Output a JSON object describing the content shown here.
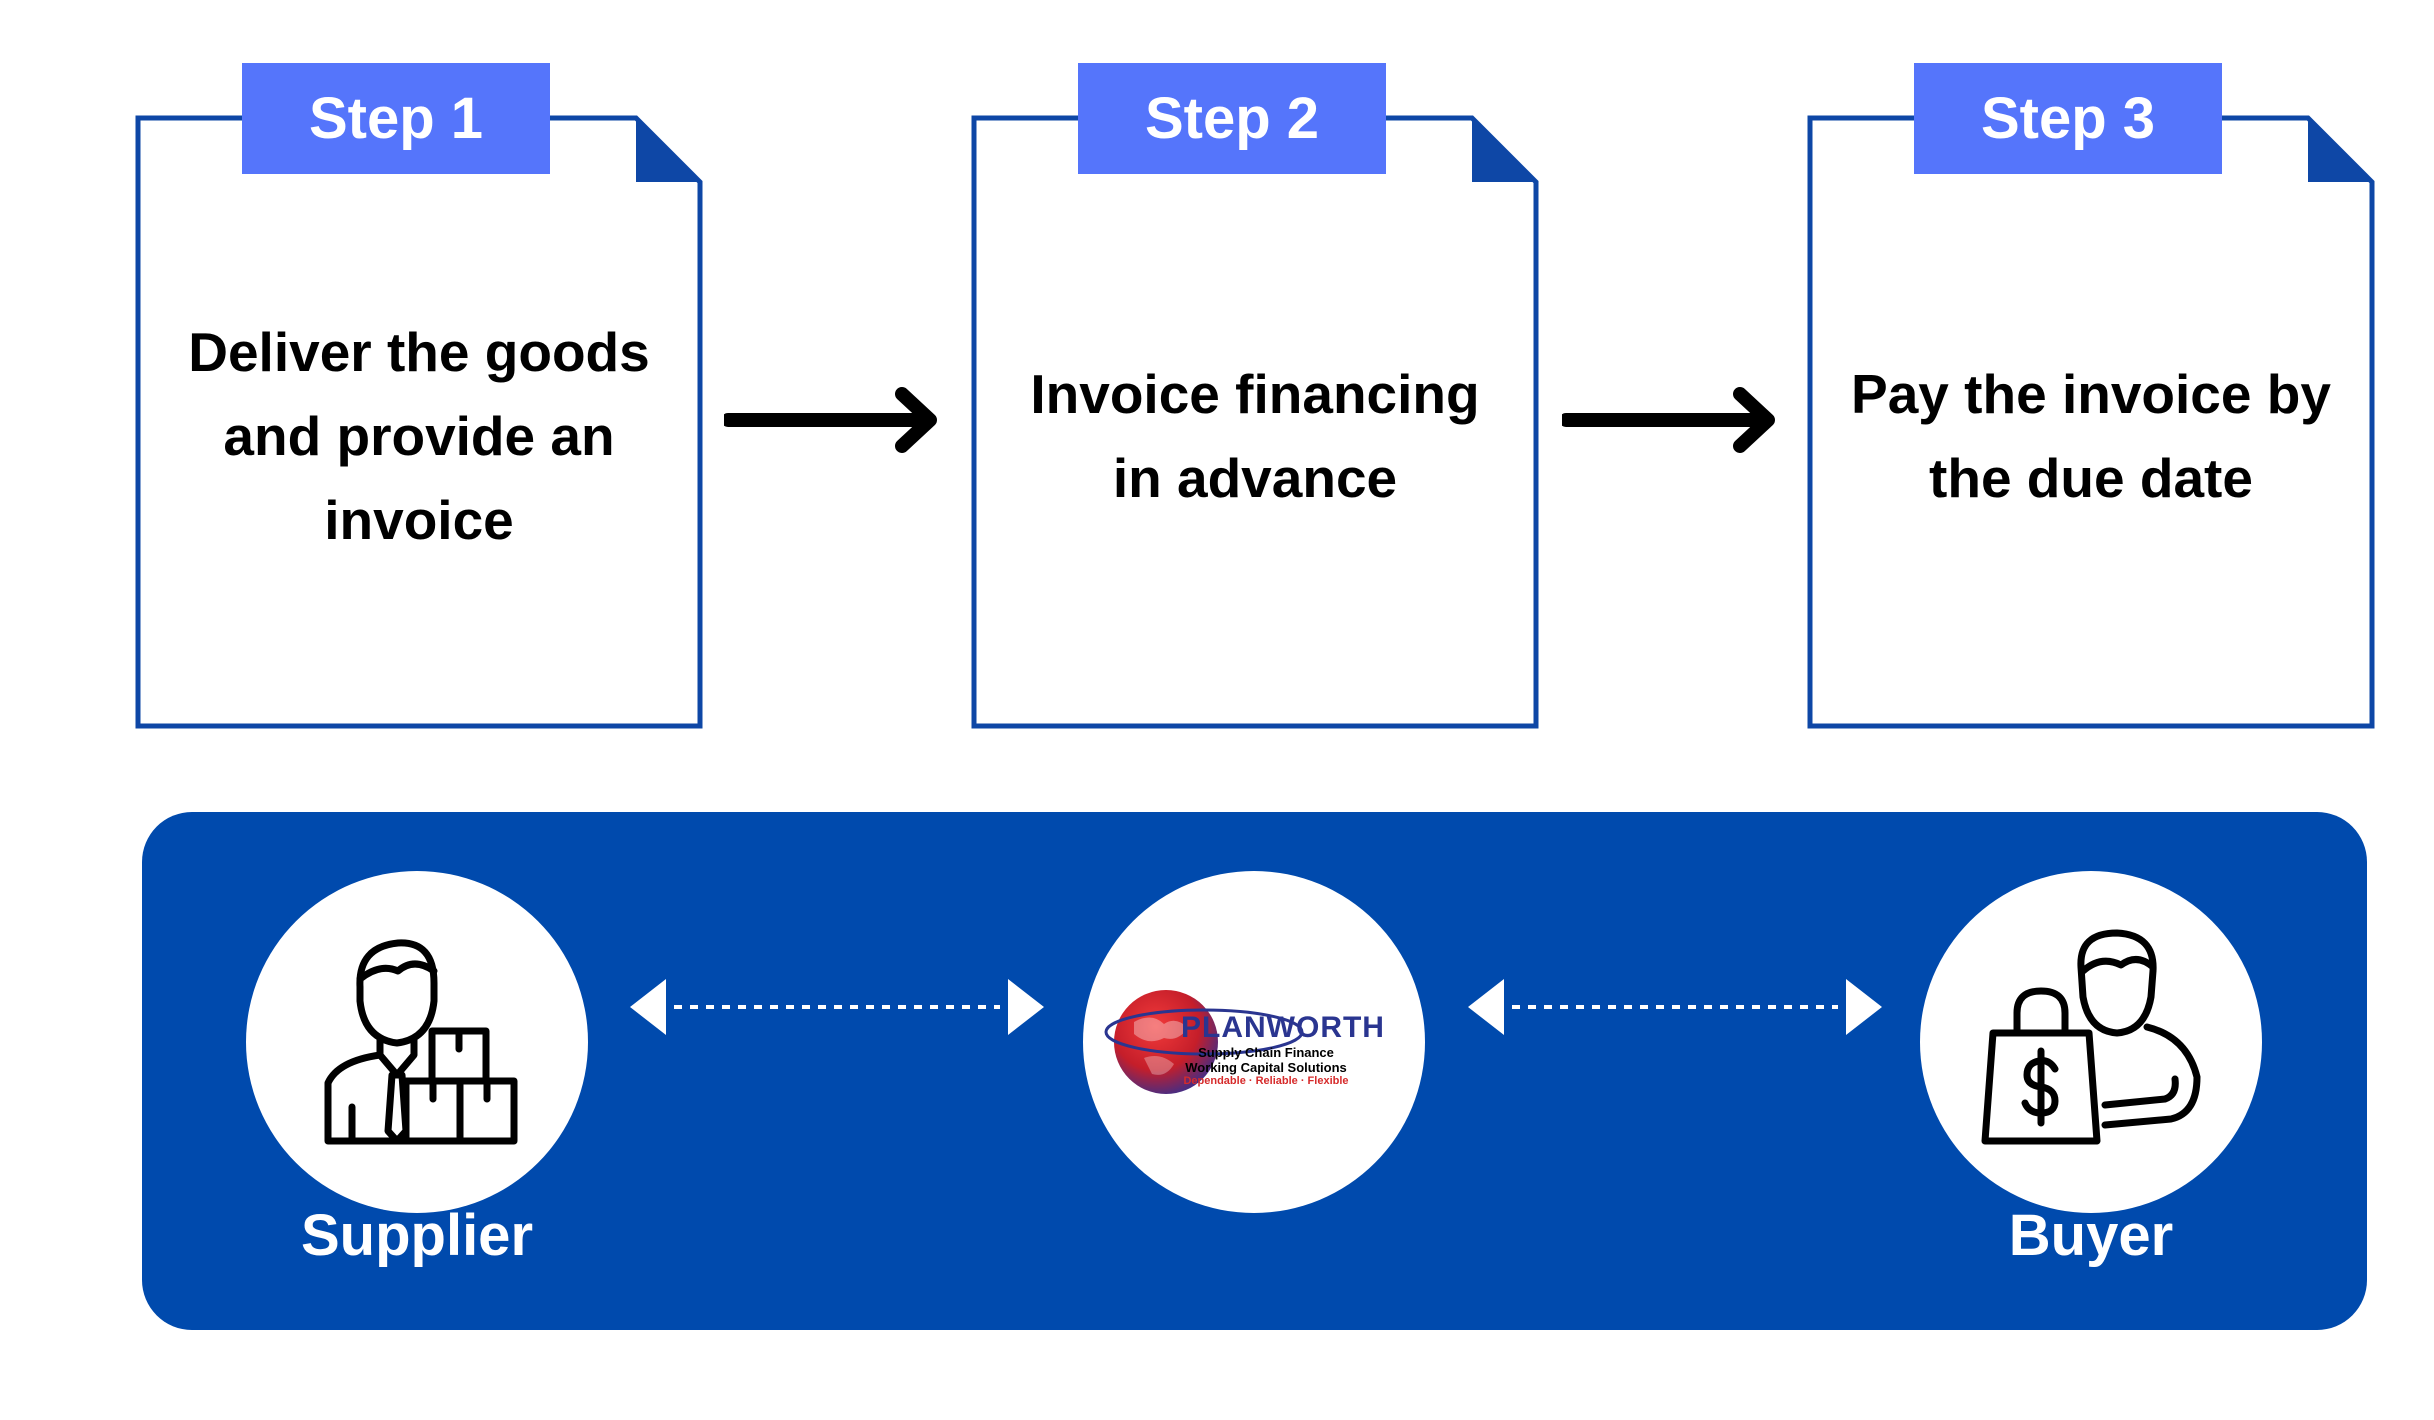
{
  "steps": [
    {
      "tab": "Step 1",
      "text": "Deliver the goods and provide an invoice"
    },
    {
      "tab": "Step 2",
      "text": "Invoice financing in advance"
    },
    {
      "tab": "Step 3",
      "text": "Pay the invoice by the due date"
    }
  ],
  "parties": {
    "supplier": "Supplier",
    "buyer": "Buyer"
  },
  "logo": {
    "name": "PLANWORTH",
    "line1": "Supply Chain Finance",
    "line2": "Working Capital Solutions",
    "tagline": "Dependable · Reliable · Flexible"
  },
  "colors": {
    "accent": "#5575FB",
    "panel": "#004AAD",
    "border": "#0E47A6"
  }
}
